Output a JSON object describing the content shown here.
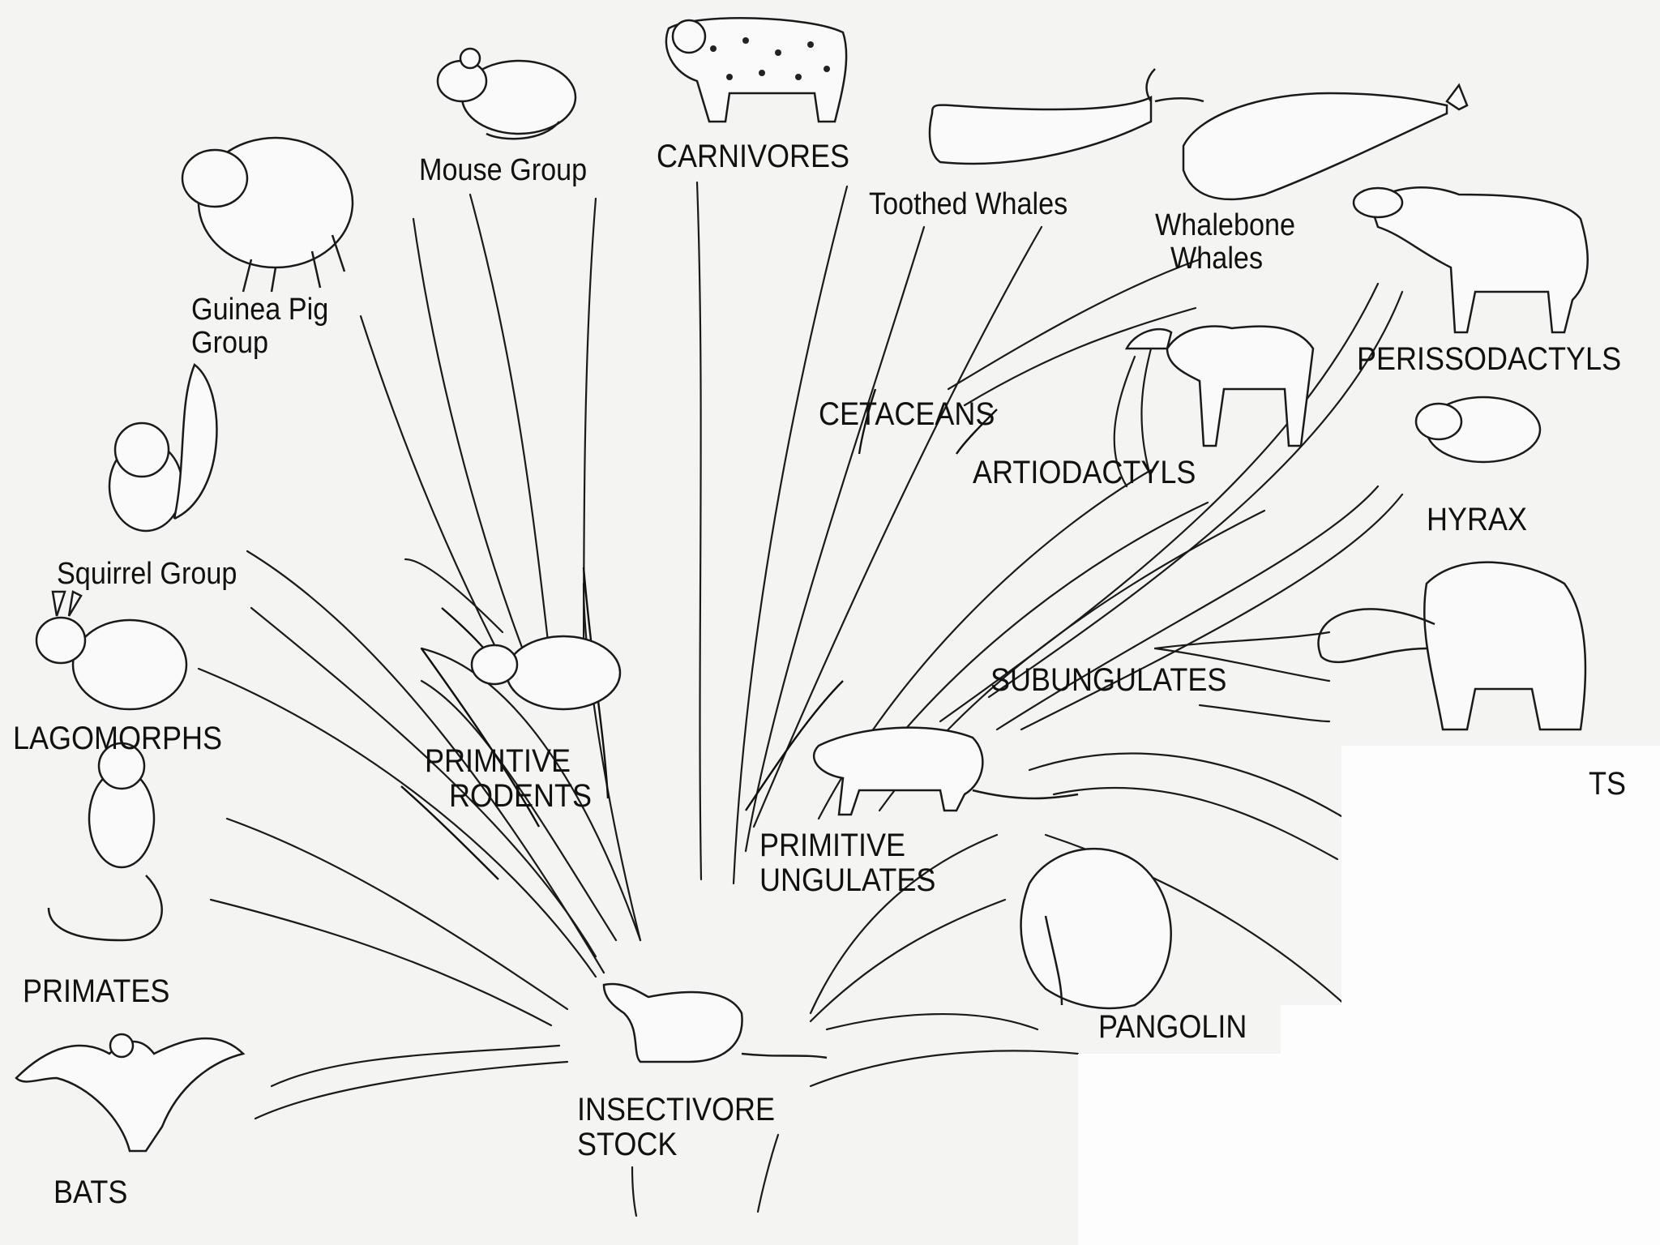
{
  "labels": {
    "mouse_group": "Mouse Group",
    "carnivores": "CARNIVORES",
    "toothed_whales": "Toothed Whales",
    "whalebone_whales": "Whalebone\n  Whales",
    "guinea_pig_group": "Guinea Pig\nGroup",
    "perissodactyls": "PERISSODACTYLS",
    "cetaceans": "CETACEANS",
    "artiodactyls": "ARTIODACTYLS",
    "hyrax": "HYRAX",
    "squirrel_group": "Squirrel Group",
    "subungulates": "SUBUNGULATES",
    "lagomorphs": "LAGOMORPHS",
    "primitive_rodents": "PRIMITIVE\n   RODENTS",
    "primitive_ungulates": "PRIMITIVE\nUNGULATES",
    "ts_fragment": "TS",
    "primates": "PRIMATES",
    "pangolin": "PANGOLIN",
    "insectivore_stock": "INSECTIVORE\nSTOCK",
    "bats": "BATS"
  },
  "colors": {
    "ink": "#111111",
    "paper": "#f4f4f2",
    "patch": "#fdfdfd"
  }
}
